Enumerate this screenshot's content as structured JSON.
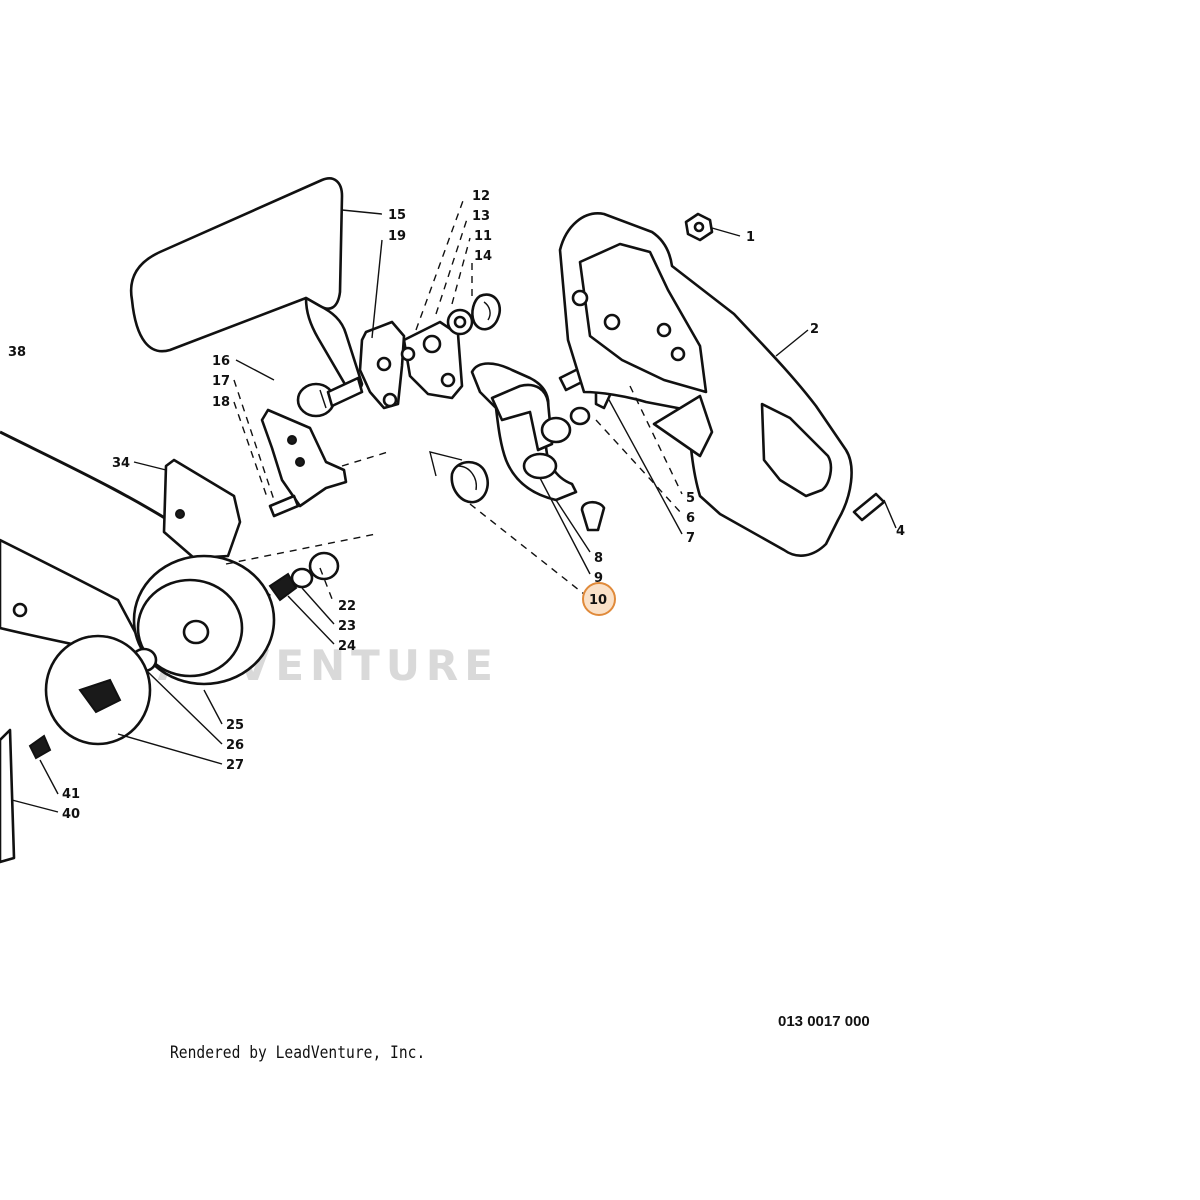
{
  "drawing_number": "013 0017 000",
  "credit": "Rendered by LeadVenture, Inc.",
  "watermark": "LEADVENTURE",
  "highlight_color": "#e08a3a",
  "callouts": [
    {
      "id": "1",
      "label": "1"
    },
    {
      "id": "2",
      "label": "2"
    },
    {
      "id": "4",
      "label": "4"
    },
    {
      "id": "5",
      "label": "5"
    },
    {
      "id": "6",
      "label": "6"
    },
    {
      "id": "7",
      "label": "7"
    },
    {
      "id": "8",
      "label": "8"
    },
    {
      "id": "9",
      "label": "9"
    },
    {
      "id": "10",
      "label": "10",
      "highlighted": true
    },
    {
      "id": "11",
      "label": "11"
    },
    {
      "id": "12",
      "label": "12"
    },
    {
      "id": "13",
      "label": "13"
    },
    {
      "id": "14",
      "label": "14"
    },
    {
      "id": "15",
      "label": "15"
    },
    {
      "id": "16",
      "label": "16"
    },
    {
      "id": "17",
      "label": "17"
    },
    {
      "id": "18",
      "label": "18"
    },
    {
      "id": "19",
      "label": "19"
    },
    {
      "id": "22",
      "label": "22"
    },
    {
      "id": "23",
      "label": "23"
    },
    {
      "id": "24",
      "label": "24"
    },
    {
      "id": "25",
      "label": "25"
    },
    {
      "id": "26",
      "label": "26"
    },
    {
      "id": "27",
      "label": "27"
    },
    {
      "id": "34",
      "label": "34"
    },
    {
      "id": "38",
      "label": "38"
    },
    {
      "id": "40",
      "label": "40"
    },
    {
      "id": "41",
      "label": "41"
    }
  ]
}
